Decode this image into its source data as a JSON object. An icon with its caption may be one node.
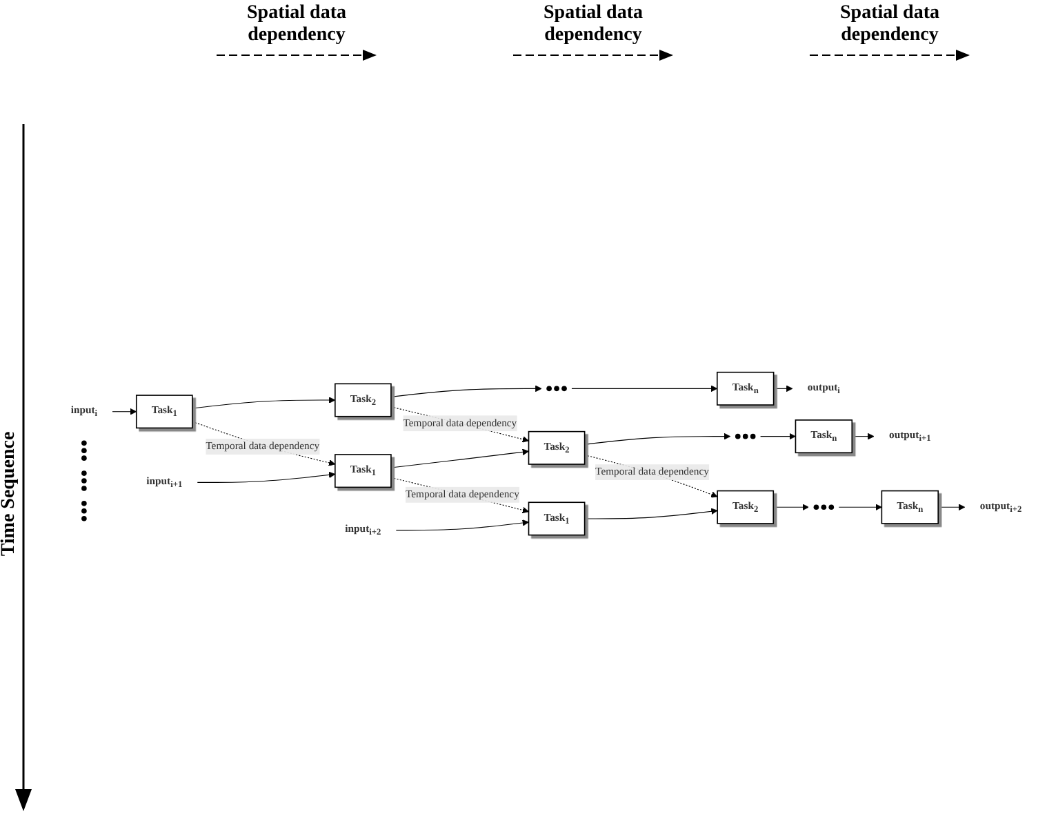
{
  "diagram": {
    "nodes": [
      {
        "text": [
          "input$_{i}$"
        ]
      },
      {
        "text": [
          "Task$_{1}$"
        ]
      },
      {
        "text": [
          "Task$_{2}$"
        ]
      },
      {
        "text": [],
        "shape": "dots"
      },
      {
        "text": [
          "Task$_{n}$"
        ]
      },
      {
        "text": [
          "output$_{i}$"
        ]
      },
      {
        "text": [
          "input$_{i+1}$"
        ]
      },
      {
        "text": [
          "Task$_{1}$"
        ]
      },
      {
        "text": [
          "Task$_{2}$"
        ]
      },
      {
        "text": [],
        "shape": "dots"
      },
      {
        "text": [
          "Task$_{n}$"
        ]
      },
      {
        "text": [
          "output$_{i+1}$"
        ]
      },
      {
        "text": [
          "input$_{i+2}$"
        ]
      },
      {
        "text": [
          "Task$_{1}$"
        ]
      },
      {
        "text": [
          "Task$_{2}$"
        ]
      },
      {
        "text": [],
        "shape": "dots"
      },
      {
        "text": [
          "Task$_{n}$"
        ]
      },
      {
        "text": [
          "output$_{i+2}$"
        ]
      },
      {
        "text": [],
        "shape": "dots"
      },
      {
        "text": [],
        "shape": "dots"
      },
      {
        "text": [],
        "shape": "dots"
      }
    ],
    "edges": [
      {
        "from": 0,
        "to": 1,
        "arrow": "to"
      },
      {
        "from": 1,
        "to": 2,
        "arrow": "to"
      },
      {
        "from": 2,
        "to": 3,
        "arrow": "to"
      },
      {
        "from": 3,
        "to": 4,
        "arrow": "to"
      },
      {
        "from": 4,
        "to": 5,
        "arrow": "to"
      },
      {
        "from": 6,
        "to": 7,
        "arrow": "to"
      },
      {
        "from": 7,
        "to": 8,
        "arrow": "to"
      },
      {
        "from": 8,
        "to": 9,
        "arrow": "to"
      },
      {
        "from": 9,
        "to": 10,
        "arrow": "to"
      },
      {
        "from": 10,
        "to": 11,
        "arrow": "to"
      },
      {
        "from": 12,
        "to": 13,
        "arrow": "to"
      },
      {
        "from": 13,
        "to": 14,
        "arrow": "to"
      },
      {
        "from": 14,
        "to": 15,
        "arrow": "to"
      },
      {
        "from": 15,
        "to": 16,
        "arrow": "to"
      },
      {
        "from": 16,
        "to": 17,
        "arrow": "to"
      },
      {
        "from": 1,
        "to": 7,
        "arrow": "to",
        "label": "Temporal data dependency",
        "style": "dashed"
      },
      {
        "from": 2,
        "to": 8,
        "arrow": "to",
        "label": "Temporal data dependency",
        "style": "dashed"
      },
      {
        "from": 7,
        "to": 13,
        "arrow": "to",
        "label": "Temporal data dependency",
        "style": "dashed"
      },
      {
        "from": 8,
        "to": 14,
        "arrow": "to",
        "label": "Temporal data dependency",
        "style": "dashed"
      }
    ],
    "labels": [
      "Spatial data dependency",
      "Spatial data dependency",
      "Spatial data dependency",
      "Time Sequence"
    ]
  }
}
